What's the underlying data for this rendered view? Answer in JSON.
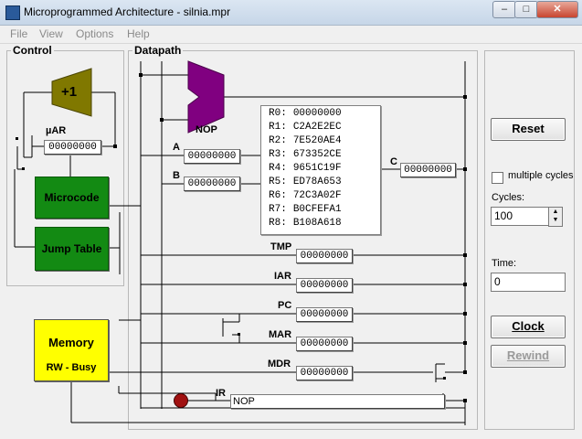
{
  "window": {
    "title": "Microprogrammed Architecture - silnia.mpr"
  },
  "menu": [
    "File",
    "View",
    "Options",
    "Help"
  ],
  "panels": {
    "control": "Control",
    "datapath": "Datapath"
  },
  "control": {
    "incrementer_label": "+1",
    "uar_label": "µAR",
    "uar_value": "00000000",
    "microcode_label": "Microcode",
    "jump_table_label": "Jump Table",
    "memory_label": "Memory",
    "memory_status": "RW - Busy"
  },
  "datapath": {
    "alu_op": "NOP",
    "a_label": "A",
    "a_value": "00000000",
    "b_label": "B",
    "b_value": "00000000",
    "c_label": "C",
    "c_value": "00000000",
    "registers": [
      {
        "name": "R0:",
        "value": "00000000"
      },
      {
        "name": "R1:",
        "value": "C2A2E2EC"
      },
      {
        "name": "R2:",
        "value": "7E520AE4"
      },
      {
        "name": "R3:",
        "value": "673352CE"
      },
      {
        "name": "R4:",
        "value": "9651C19F"
      },
      {
        "name": "R5:",
        "value": "ED78A653"
      },
      {
        "name": "R6:",
        "value": "72C3A02F"
      },
      {
        "name": "R7:",
        "value": "B0CFEFA1"
      },
      {
        "name": "R8:",
        "value": "B108A618"
      }
    ],
    "tmp_label": "TMP",
    "tmp_value": "00000000",
    "iar_label": "IAR",
    "iar_value": "00000000",
    "pc_label": "PC",
    "pc_value": "00000000",
    "mar_label": "MAR",
    "mar_value": "00000000",
    "mdr_label": "MDR",
    "mdr_value": "00000000",
    "ir_label": "IR",
    "ir_value": "NOP"
  },
  "sidebar": {
    "reset_label": "Reset",
    "multiple_cycles_label": "multiple cycles",
    "multiple_cycles_checked": false,
    "cycles_label": "Cycles:",
    "cycles_value": "100",
    "time_label": "Time:",
    "time_value": "0",
    "clock_label": "Clock",
    "rewind_label": "Rewind"
  },
  "colors": {
    "incrementer": "#807800",
    "alu": "#800080",
    "microcode": "#138a13",
    "memory": "#ffff00",
    "indicator": "#a01010"
  }
}
